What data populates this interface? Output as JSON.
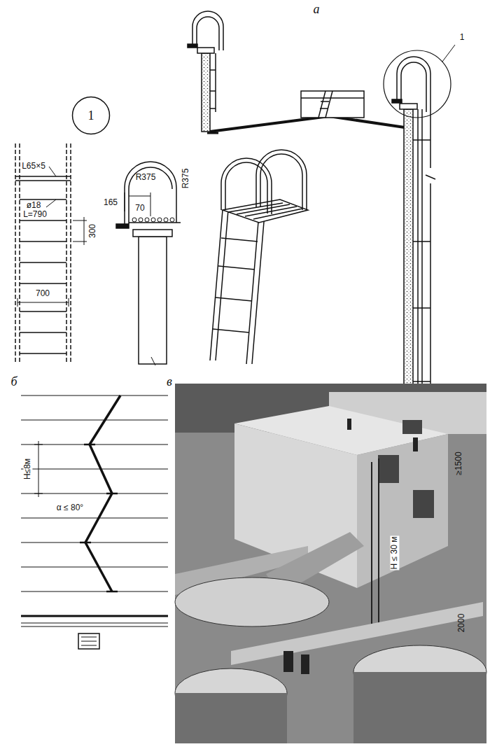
{
  "diagram": {
    "nodes": [
      {
        "text": [
          "1"
        ]
      }
    ],
    "labels": [
      "а",
      "1",
      "H ≤ 30 м",
      "≥1500",
      "2000",
      "L65×5",
      "ø18",
      "L=790",
      "300",
      "700",
      "165",
      "70",
      "R375",
      "R375",
      "б",
      "H≤8м",
      "α ≤ 80°",
      "в"
    ]
  }
}
